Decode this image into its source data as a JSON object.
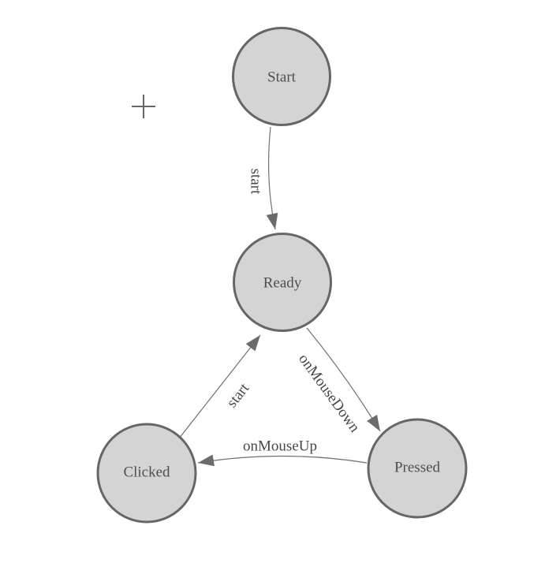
{
  "diagram": {
    "nodes": [
      {
        "id": "start",
        "label": "Start"
      },
      {
        "id": "ready",
        "label": "Ready"
      },
      {
        "id": "clicked",
        "label": "Clicked"
      },
      {
        "id": "pressed",
        "label": "Pressed"
      }
    ],
    "edges": [
      {
        "from": "Start",
        "to": "Ready",
        "label": "start"
      },
      {
        "from": "Clicked",
        "to": "Ready",
        "label": "start"
      },
      {
        "from": "Ready",
        "to": "Pressed",
        "label": "onMouseDown"
      },
      {
        "from": "Pressed",
        "to": "Clicked",
        "label": "onMouseUp"
      }
    ],
    "colors": {
      "background": "#ffffff",
      "node_fill": "#d4d4d4",
      "node_stroke": "#666666",
      "edge_stroke": "#707070",
      "arrow_fill": "#6b6b6b",
      "label_text": "#4f4f4f"
    },
    "cursor": {
      "icon": "crosshair"
    }
  }
}
